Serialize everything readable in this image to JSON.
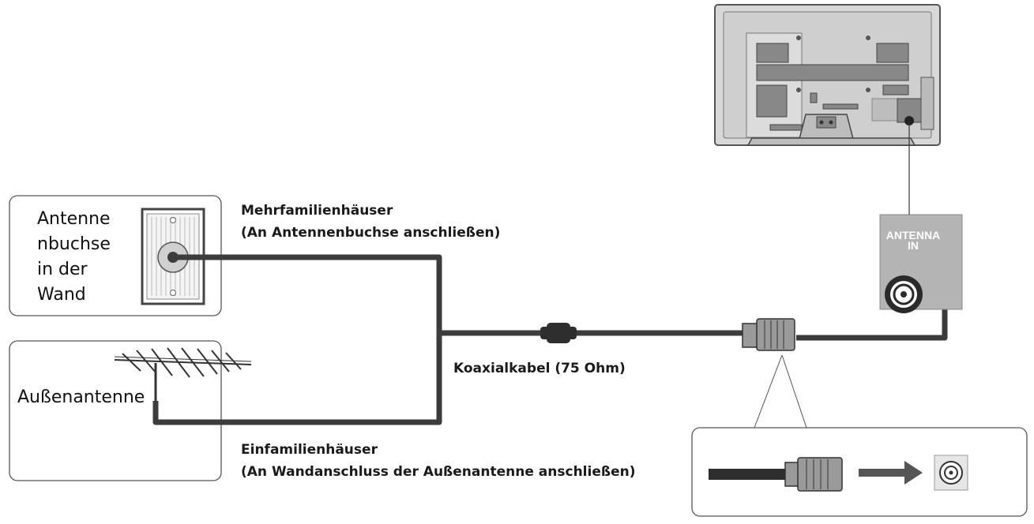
{
  "wall_socket": {
    "label_lines": [
      "Antenne",
      "nbuchse",
      "in der",
      "Wand"
    ]
  },
  "outdoor_antenna": {
    "label": "Außenantenne"
  },
  "apartment": {
    "title": "Mehrfamilienhäuser",
    "note": "(An Antennenbuchse anschließen)"
  },
  "house": {
    "title": "Einfamilienhäuser",
    "note": "(An Wandanschluss der Außenantenne anschließen)"
  },
  "cable": {
    "label": "Koaxialkabel (75 Ohm)"
  },
  "antenna_panel": {
    "line1": "ANTENNA",
    "line2": "IN"
  },
  "colors": {
    "cable": "#3c3c3c",
    "connector": "#9a9a9a",
    "panel": "#b4b4b4",
    "box_border": "#555555"
  }
}
